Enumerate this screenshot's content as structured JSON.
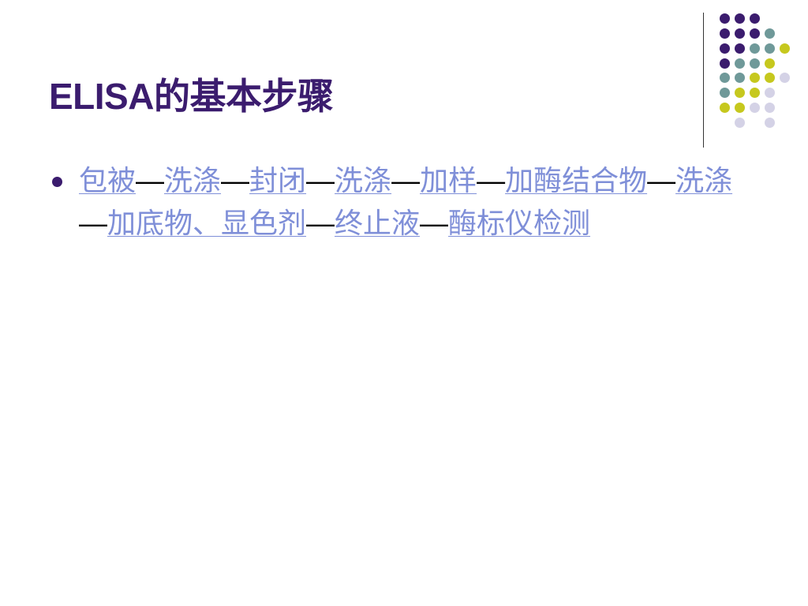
{
  "slide": {
    "title": "ELISA的基本步骤",
    "steps": [
      {
        "label": "包被"
      },
      {
        "label": "洗涤"
      },
      {
        "label": "封闭"
      },
      {
        "label": "洗涤"
      },
      {
        "label": "加样"
      },
      {
        "label": "加酶结合物"
      },
      {
        "label": "洗涤"
      },
      {
        "label": "加底物、显色剂"
      },
      {
        "label": "终止液"
      },
      {
        "label": "酶标仪检测"
      }
    ],
    "separator": "—"
  },
  "colors": {
    "title": "#3b1c6e",
    "link": "#7f8fd8",
    "dot_purple": "#3b1c6e",
    "dot_teal": "#6f9999",
    "dot_olive": "#c6c81e",
    "dot_lavender": "#d4d2e6",
    "bullet": "#3b1c6e"
  },
  "decoration": {
    "dot_colors": [
      "purple",
      "teal",
      "olive",
      "lavender"
    ]
  }
}
